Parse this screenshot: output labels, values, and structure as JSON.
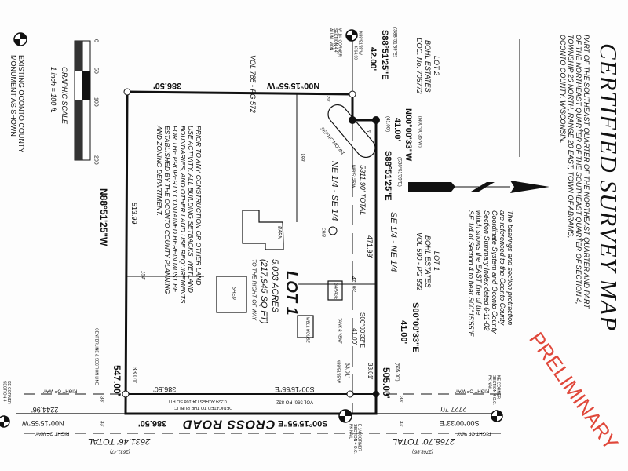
{
  "title": "CERTIFIED SURVEY MAP",
  "description_lines": [
    "PART OF THE SOUTHEAST QUARTER OF THE NORTHEAST QUARTER AND PART",
    "OF THE NORTHEAST QUARTER OF THE SOUTHEAST QUARTER OF SECTION 4,",
    "TOWNSHIP 26 NORTH, RANGE 20 EAST, TOWN OF ABRAMS,",
    "OCONTO COUNTY, WISCONSIN."
  ],
  "bearings_note": [
    "The bearings and section protraction",
    "are referenced to the Oconto County",
    "Coordinate System and Oconto County",
    "Section Summary Index dated 6-11-02",
    "which shows the EAST line of the",
    "SE 1/4 of Section 4 to bear S00°15'55\"E."
  ],
  "stamp": "PRELIMINARY",
  "legend": {
    "scale_ticks": [
      "0",
      "50",
      "100",
      "200"
    ],
    "scale_title": "GRAPHIC SCALE",
    "scale_ratio": "1 inch = 100 ft.",
    "monument_note": [
      "EXISTING OCONTO COUNTY",
      "MONUMENT AS SHOWN"
    ]
  },
  "adjacent": {
    "lot2": [
      "LOT 2",
      "BOHL ESTATES",
      "DOC. No. 705772"
    ],
    "lot1": [
      "LOT 1",
      "BOHL ESTATES",
      "VOL 590 - PG 832"
    ],
    "vol785": "VOL 785 - PG 572"
  },
  "lot": {
    "name": "LOT 1",
    "acres": "5.003 ACRES",
    "sqft": "(217,945 SQ FT)",
    "note": "TO THE RIGHT OF WAY"
  },
  "zoning_note": [
    "PRIOR TO ANY CONSTRUCTION OR OTHER LAND",
    "USE ACTIVITY, ALL BUILDING SETBACKS, WETLAND",
    "BOUNDARIES, AND OTHER LAND USE REQUIREMENTS",
    "FOR THE PROPERTY CONTAINED HEREIN MUST BE",
    "ESTABLISHED BY THE OCONTO COUNTY PLANNING",
    "AND ZONING DEPARTMENT."
  ],
  "structures": {
    "barn": "BARN",
    "crib": "CRIB",
    "garage": "GARAGE",
    "shed": "SHED",
    "well_house": "WELL HOUSE",
    "tank": "TANK & VENT",
    "septic": "SEPTIC MOUND"
  },
  "quarters": {
    "ne_se": "NE 1/4 - SE 1/4",
    "se_ne": "SE 1/4 - NE 1/4"
  },
  "dimensions": {
    "top_bearing": "N00°15'55\"W",
    "top_len": "386.50'",
    "left_bearing": "N88°51'25\"W",
    "left_len": "513.99'",
    "left_total": "547.00'",
    "inner_len": "199'",
    "inner_len2": "154'",
    "a_bearing": "S88°51'25\"E",
    "a_record": "(S88°51'39\"E)",
    "a_len": "42.00'",
    "b_bearing": "N00°00'33\"W",
    "b_record": "(N00°00'35\"W)",
    "b_len": "41.00'",
    "b_len_rec": "(41.00')",
    "c_bearing": "S88°51'25\"E",
    "c_record": "(S88°51'39\"E)",
    "section_total": "5311.90' TOTAL",
    "section_bearing": "N88°51'25\"W",
    "mid_len": "471.99'",
    "mid_len2": "471.99'",
    "d_bearing": "S00°00'33\"E",
    "d_len": "41.00'",
    "d_bearing2": "S00°00'33\"E",
    "d_len2": "41.00'",
    "right_len": "505.00'",
    "right_rec": "(505.00')",
    "setback1": "33.01'",
    "setback2": "33.01'",
    "setback3": "33.01'",
    "bearing_right_small": "N88°51'25\"W",
    "setback_20": "20'",
    "setback_5": "5'",
    "w_quarter_bearing": "N88°51'25\"W",
    "w_quarter_len": "4764.90'",
    "w_quarter_label": "W 1/4 CORNER SECTION 4 4\" ALUM. MON."
  },
  "road": {
    "name": "CROSS ROAD",
    "bearing": "S00°15'55\"E",
    "len": "386.50'",
    "row_bearing": "S00°15'55\"E",
    "row_len": "386.50'",
    "vol": "VOL 590, PG 832",
    "dedicated1": "DEDICATED TO THE PUBLIC",
    "dedicated2": "0.324 ACRES (14,108 SQ FT)",
    "total_left": "2631.46' TOTAL",
    "total_left_rec": "(2631.47)",
    "total_right": "2768.70' TOTAL",
    "total_right_rec": "(2768.86')",
    "right_bearing": "S00°00'33\"E",
    "right_len": "2727.70'",
    "left_bearing": "N00°15'55\"W",
    "left_len": "2244.96'",
    "row_label": "RIGHT OF WAY",
    "offset": "33'",
    "centerline": "CENTERLINE & SECTION LINE",
    "se_corner": "SE CORNER SECTION 4",
    "e_quarter": "E 1/4 CORNER SECTION 4 O.C. PK NAIL",
    "ne_corner": "NE CORNER SECTION 4 O.C. PK NAIL"
  }
}
